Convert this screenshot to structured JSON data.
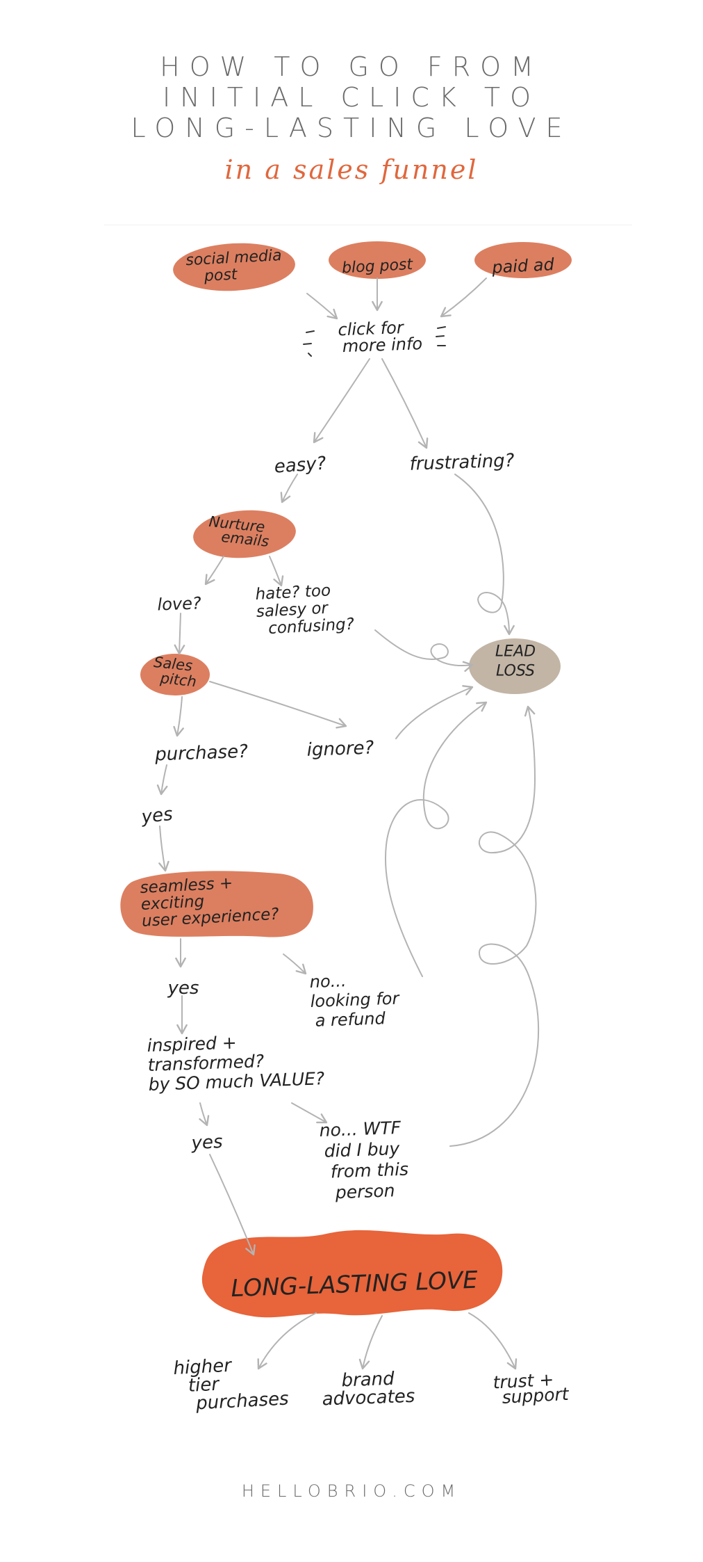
{
  "title": {
    "line1": "HOW TO GO FROM",
    "line2": "INITIAL CLICK TO",
    "line3": "LONG-LASTING LOVE",
    "subtitle": "in a sales funnel"
  },
  "nodes": {
    "social_media_post": [
      "social media",
      "post"
    ],
    "blog_post": [
      "blog post"
    ],
    "paid_ad": [
      "paid ad"
    ],
    "click_for_more_info": [
      "click for",
      "more info"
    ],
    "easy": [
      "easy?"
    ],
    "frustrating": [
      "frustrating?"
    ],
    "nurture_emails": [
      "Nurture",
      "emails"
    ],
    "love": [
      "love?"
    ],
    "hate_too_salesy": [
      "hate? too",
      "salesy or",
      "confusing?"
    ],
    "sales_pitch": [
      "Sales",
      "pitch"
    ],
    "lead_loss": [
      "LEAD",
      "LOSS"
    ],
    "purchase": [
      "purchase?"
    ],
    "ignore": [
      "ignore?"
    ],
    "yes_1": [
      "yes"
    ],
    "seamless_experience": [
      "seamless +",
      "exciting",
      "user experience?"
    ],
    "yes_2": [
      "yes"
    ],
    "no_refund": [
      "no...",
      "looking for",
      "a refund"
    ],
    "inspired_transformed": [
      "inspired +",
      "transformed?",
      "by SO much VALUE?"
    ],
    "yes_3": [
      "yes"
    ],
    "no_wtf": [
      "no... WTF",
      "did I buy",
      "from this",
      "person"
    ],
    "long_lasting_love": [
      "LONG-LASTING LOVE"
    ],
    "higher_tier": [
      "higher",
      "tier",
      "purchases"
    ],
    "brand_advocates": [
      "brand",
      "advocates"
    ],
    "trust_support": [
      "trust +",
      "support"
    ]
  },
  "footer": "HELLOBRIO.COM",
  "colors": {
    "blob": "#dc7f60",
    "love_blob": "#e8643a",
    "lead_loss": "#c2b5a6",
    "arrow": "#b3b3b3",
    "title": "#6a6a6a",
    "subtitle": "#e0673d"
  }
}
